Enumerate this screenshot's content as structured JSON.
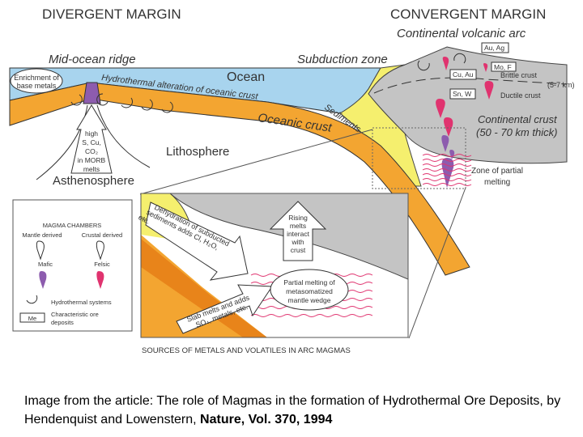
{
  "headings": {
    "divergent": "DIVERGENT MARGIN",
    "convergent": "CONVERGENT MARGIN"
  },
  "labels": {
    "mid_ocean_ridge": "Mid-ocean ridge",
    "subduction_zone": "Subduction zone",
    "continental_arc": "Continental volcanic arc",
    "ocean": "Ocean",
    "hydrothermal_alteration": "Hydrothermal alteration of oceanic crust",
    "oceanic_crust": "Oceanic crust",
    "sediments": "Sediments",
    "lithosphere": "Lithosphere",
    "asthenosphere": "Asthenosphere",
    "enrichment_1": "Enrichment of",
    "enrichment_2": "base metals",
    "morb": [
      "high",
      "S, Cu,",
      "CO₂",
      "in MORB",
      "melts"
    ],
    "continental_crust_1": "Continental crust",
    "continental_crust_2": "(50 - 70 km thick)",
    "brittle": "Brittle crust",
    "depth": "(5-7 km)",
    "ductile": "Ductile crust",
    "partial_1": "Zone of partial",
    "partial_2": "melting",
    "ores": {
      "au_ag": "Au, Ag",
      "mo_f": "Mo, F",
      "cu_au": "Cu, Au",
      "sn_w": "Sn, W"
    }
  },
  "legend": {
    "title": "MAGMA CHAMBERS",
    "mantle": "Mantle derived",
    "crustal": "Crustal derived",
    "mafic": "Mafic",
    "felsic": "Felsic",
    "hydro": "Hydrothermal systems",
    "me": "Me",
    "ore_1": "Characteristic ore",
    "ore_2": "deposits"
  },
  "inset": {
    "dehyd": [
      "Dehydration of subducted",
      "sediments adds Cl, H₂O,",
      "etc."
    ],
    "rising": [
      "Rising",
      "melts",
      "interact",
      "with",
      "crust"
    ],
    "partial": [
      "Partial melting of",
      "metasomatized",
      "mantle wedge"
    ],
    "slab": [
      "Slab melts and adds",
      "SO₄, metals, etc."
    ],
    "caption": "SOURCES OF METALS AND VOLATILES IN ARC MAGMAS"
  },
  "caption": {
    "text": "Image from the article: The role of Magmas in the formation of Hydrothermal Ore Deposits, by Hendenquist and Lowenstern, ",
    "bold": "Nature, Vol. 370, 1994"
  },
  "colors": {
    "ocean": "#a8d4ee",
    "crust": "#f3a531",
    "sediment": "#f5ef6e",
    "continent": "#c4c4c4",
    "mafic": "#8d5cae",
    "felsic": "#e0336f"
  }
}
